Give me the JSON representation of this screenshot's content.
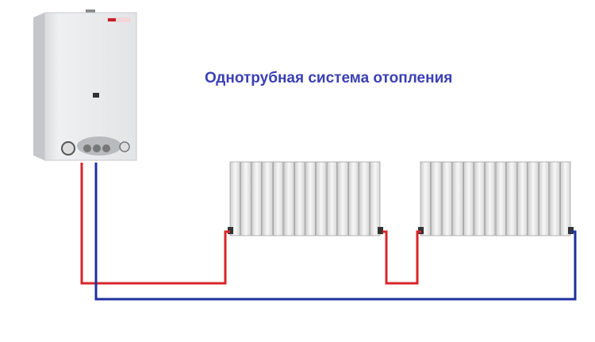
{
  "title": "Однотрубная система отопления",
  "colors": {
    "supply_pipe": "#d8262a",
    "return_pipe": "#1f2fa0",
    "title": "#3b40b5",
    "boiler": "#e9eaec",
    "radiator": "#eeeeee"
  },
  "radiators": [
    {
      "sections": 14
    },
    {
      "sections": 14
    }
  ]
}
